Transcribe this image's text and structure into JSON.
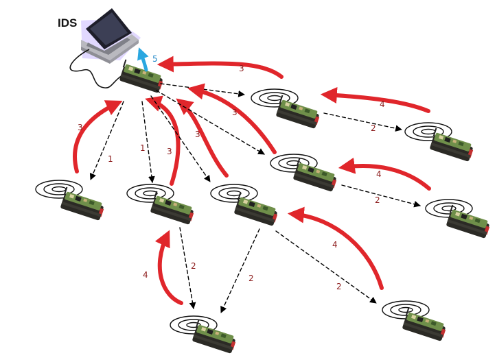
{
  "title_label": "IDS",
  "colors": {
    "request_arrow": "#000000",
    "response_arrow": "#e0262b",
    "alert_arrow": "#2aa7e0",
    "label_red": "#8b1a1a",
    "label_blue": "#1f86c7"
  },
  "icons": {
    "laptop": "laptop-icon",
    "sensor_node": "sensor-mote-icon",
    "antenna_signal": "antenna-rings-icon"
  },
  "edges": [
    {
      "id": "ids-to-node-left",
      "kind": "request",
      "label": "1"
    },
    {
      "id": "node-left-to-ids",
      "kind": "response",
      "label": "3"
    },
    {
      "id": "ids-to-node-mid",
      "kind": "request",
      "label": "1"
    },
    {
      "id": "node-mid-to-ids",
      "kind": "response",
      "label": "3"
    },
    {
      "id": "ids-to-node-center",
      "kind": "request",
      "label": ""
    },
    {
      "id": "node-center-to-ids",
      "kind": "response",
      "label": "3"
    },
    {
      "id": "ids-to-node-upper-right",
      "kind": "request",
      "label": ""
    },
    {
      "id": "node-upper-right-to-ids",
      "kind": "response",
      "label": "3"
    },
    {
      "id": "ids-to-node-right",
      "kind": "request",
      "label": ""
    },
    {
      "id": "node-right-to-ids",
      "kind": "response",
      "label": "3"
    },
    {
      "id": "ids-to-laptop",
      "kind": "alert",
      "label": "5"
    },
    {
      "id": "upper-right-to-far-right",
      "kind": "request",
      "label": "2"
    },
    {
      "id": "far-right-to-upper-right",
      "kind": "response",
      "label": "4"
    },
    {
      "id": "right-to-right-lower",
      "kind": "request",
      "label": "2"
    },
    {
      "id": "right-lower-to-right",
      "kind": "response",
      "label": "4"
    },
    {
      "id": "mid-to-bottom",
      "kind": "request",
      "label": "2"
    },
    {
      "id": "bottom-to-mid",
      "kind": "response",
      "label": "4"
    },
    {
      "id": "center-to-bottom",
      "kind": "request",
      "label": "2"
    },
    {
      "id": "center-to-bottom-right",
      "kind": "request",
      "label": "2"
    },
    {
      "id": "bottom-right-to-center",
      "kind": "response",
      "label": "4"
    }
  ]
}
